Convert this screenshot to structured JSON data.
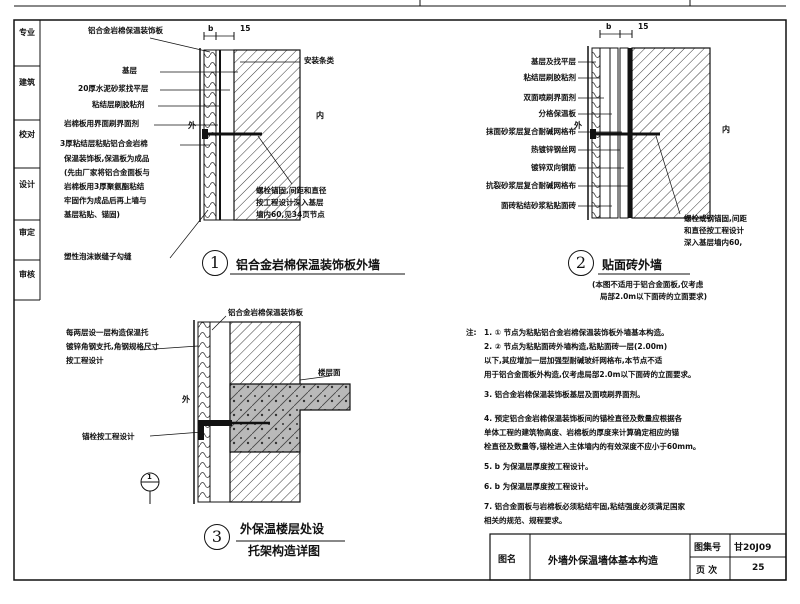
{
  "side_tabs": [
    "专业",
    "建筑",
    "校对",
    "设计",
    "审定",
    "审核"
  ],
  "detail1": {
    "number": "1",
    "title": "铝合金岩棉保温装饰板外墙",
    "dim_b": "b",
    "dim_15": "15",
    "label_top": "铝合金岩棉保温装饰板",
    "label_right_top": "安装条类",
    "side_out": "外",
    "side_in": "内",
    "left_labels": [
      "基层",
      "20厚水泥砂浆找平层",
      "粘结层刷胶粘剂",
      "岩棉板用界面刷界面剂",
      "3厚粘结层粘贴铝合金岩棉",
      "保温装饰板,保温板为成品",
      "(先由厂家将铝合金面板与",
      "岩棉板用3厚聚氨酯粘结",
      "牢固作为成品后再上墙与",
      "基层粘贴、锚固)",
      "塑性泡沫嵌缝子勾缝"
    ],
    "anchor_note": [
      "螺栓锚固,间距和直径",
      "按工程设计深入基层",
      "墙内60,见34页节点"
    ]
  },
  "detail2": {
    "number": "2",
    "title": "贴面砖外墙",
    "subtitle": [
      "(本图不适用于铝合金面板,仅考虑",
      "局部2.0m以下面砖的立面要求)"
    ],
    "dim_b": "b",
    "dim_15": "15",
    "side_out": "外",
    "side_in": "内",
    "left_labels": [
      "基层及找平层",
      "粘结层刷胶粘剂",
      "双面喷刷界面剂",
      "分格保温板",
      "抹面砂浆层复合耐碱网格布",
      "热镀锌钢丝网",
      "镀锌双向钢筋",
      "抗裂砂浆层复合耐碱网格布",
      "面砖粘结砂浆粘贴面砖"
    ],
    "anchor_note": [
      "螺栓或钢锚固,间距",
      "和直径按工程设计",
      "深入基层墙内60,"
    ]
  },
  "detail3": {
    "number": "3",
    "title_line1": "外保温楼层处设",
    "title_line2": "托架构造详图",
    "label_top": "铝合金岩棉保温装饰板",
    "left_note": [
      "每两层设一层构造保温托",
      "镀锌角钢支托,角钢规格尺寸",
      "按工程设计"
    ],
    "anchor_label": "锚栓按工程设计",
    "floor_label": "楼层面",
    "side_out": "外",
    "section_mark": "1"
  },
  "notes": {
    "heading": "注:",
    "items": [
      "1. ① 节点为粘贴铝合金岩棉保温装饰板外墙基本构造。",
      "2. ② 节点为粘贴面砖外墙构造,粘贴面砖一层(2.00m)",
      "   以下,其应增加一层加强型耐碱玻纤网格布,本节点不适",
      "   用于铝合金面板外构造,仅考虑局部2.0m以下面砖的立面要求。",
      "3. 铝合金岩棉保温装饰板基层及面喷刷界面剂。",
      "4. 预定铝合金岩棉保温装饰板间的锚栓直径及数量应根据各",
      "   单体工程的建筑物高度、岩棉板的厚度来计算确定相应的锚",
      "   栓直径及数量等,锚栓进入主体墙内的有效深度不应小于60mm。",
      "5. b 为保温层厚度按工程设计。",
      "6. b 为保温层厚度按工程设计。",
      "7. 铝合金面板与岩棉板必须粘结牢固,粘结强度必须满足国家",
      "   相关的规范、规程要求。"
    ]
  },
  "title_block": {
    "name_label": "图名",
    "drawing_name": "外墙外保温墙体基本构造",
    "atlas_label": "图集号",
    "atlas_no": "甘20J09",
    "page_label": "页 次",
    "page_no": "25"
  }
}
